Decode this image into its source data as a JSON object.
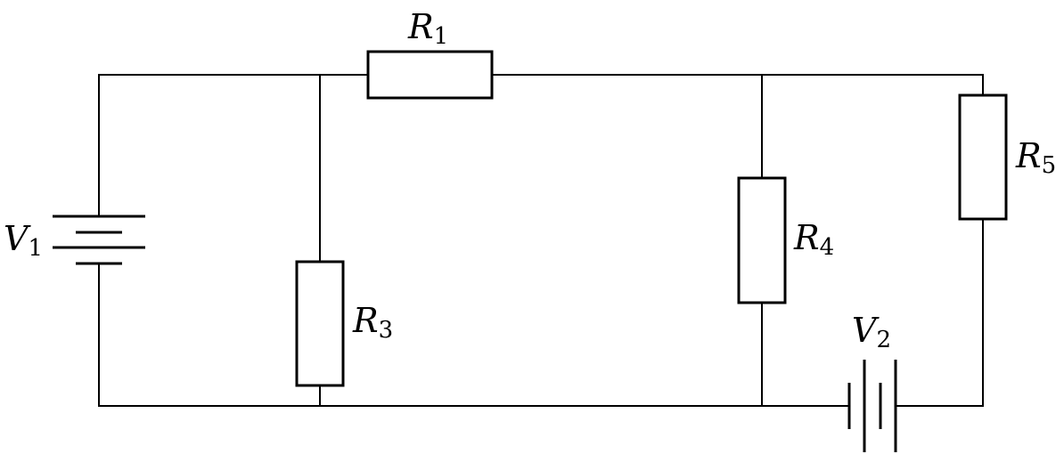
{
  "components": {
    "R1": {
      "letter": "R",
      "index": "1"
    },
    "R3": {
      "letter": "R",
      "index": "3"
    },
    "R4": {
      "letter": "R",
      "index": "4"
    },
    "R5": {
      "letter": "R",
      "index": "5"
    },
    "V1": {
      "letter": "V",
      "index": "1"
    },
    "V2": {
      "letter": "V",
      "index": "2"
    }
  },
  "colors": {
    "stroke": "#000000",
    "background": "#ffffff"
  }
}
